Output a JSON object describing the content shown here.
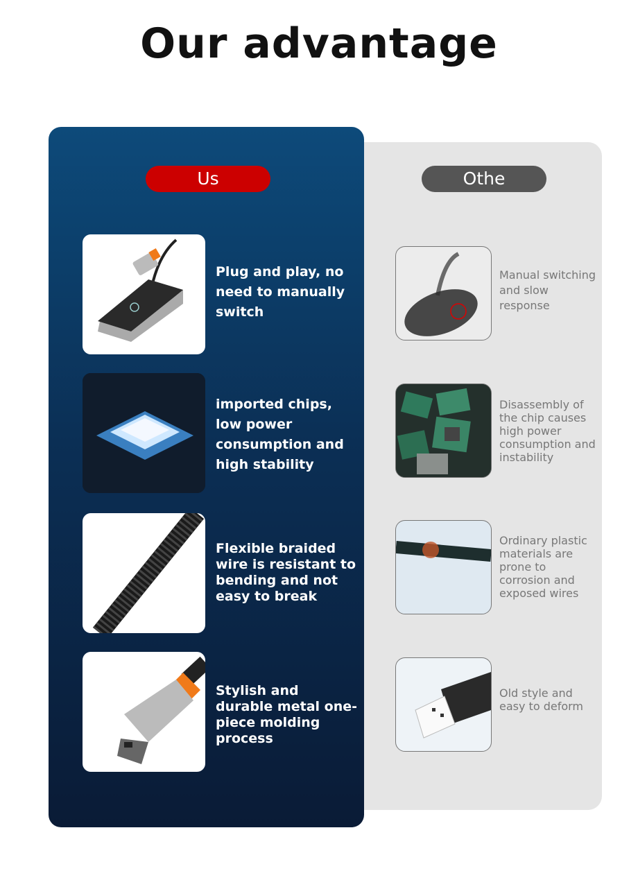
{
  "title": "Our advantage",
  "us": {
    "label": "Us",
    "color": "#cc0000",
    "items": [
      {
        "image": "usb-hub-product",
        "text": "Plug and play, no need to manually switch"
      },
      {
        "image": "glowing-chip",
        "text": "imported chips, low power consumption and high stability"
      },
      {
        "image": "braided-cable",
        "text": "Flexible braided wire is resistant to bending and not easy to break"
      },
      {
        "image": "metal-usb-connector",
        "text": "Stylish and durable metal one-piece molding process"
      }
    ]
  },
  "others": {
    "label": "Othe",
    "color": "#555555",
    "items": [
      {
        "image": "blurry-hub",
        "text": "Manual switching and slow response"
      },
      {
        "image": "pile-of-chips",
        "text": "Disassembly of the chip causes high power consumption and instability"
      },
      {
        "image": "damaged-cable",
        "text": "Ordinary plastic materials are prone to corrosion and exposed wires"
      },
      {
        "image": "plastic-usb-connector",
        "text": "Old style and easy to deform"
      }
    ]
  }
}
